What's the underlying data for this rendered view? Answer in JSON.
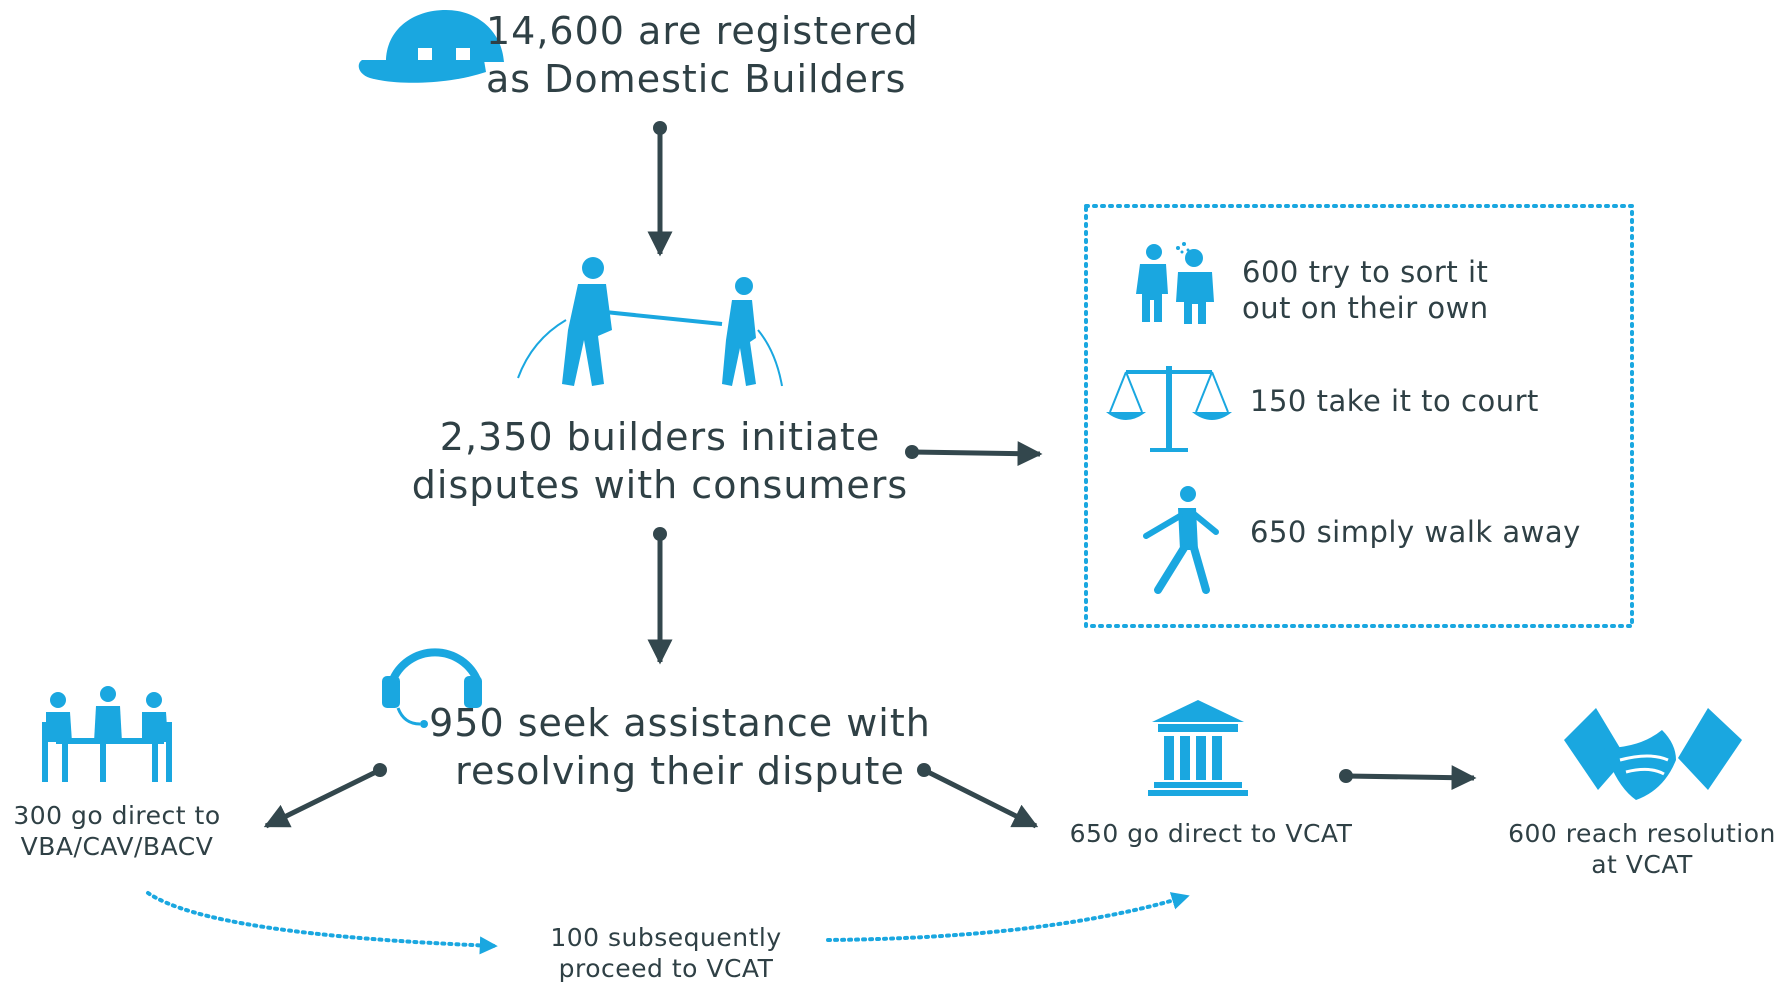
{
  "colors": {
    "accent": "#1aa7e0",
    "text": "#2f4045",
    "arrow": "#33474d"
  },
  "registered": {
    "line1": "14,600 are registered",
    "line2": "as Domestic Builders",
    "icon": "hard-hat-icon"
  },
  "disputes": {
    "line1": "2,350 builders initiate",
    "line2": "disputes with consumers",
    "icon": "tug-of-war-icon"
  },
  "other_outcomes": {
    "items": [
      {
        "line1": "600 try to sort it",
        "line2": "out on their own",
        "icon": "two-people-talking-icon"
      },
      {
        "line1": "150 take it to court",
        "line2": "",
        "icon": "scales-of-justice-icon"
      },
      {
        "line1": "650 simply walk away",
        "line2": "",
        "icon": "walking-person-icon"
      }
    ]
  },
  "assistance": {
    "line1": "950 seek assistance with",
    "line2": "resolving their dispute",
    "icon": "headset-icon"
  },
  "agencies": {
    "line1": "300 go direct to",
    "line2": "VBA/CAV/BACV",
    "icon": "meeting-table-icon"
  },
  "subsequent": {
    "line1": "100 subsequently",
    "line2": "proceed to VCAT"
  },
  "vcat": {
    "line1": "650 go direct to VCAT",
    "icon": "courthouse-icon"
  },
  "resolution": {
    "line1": "600 reach resolution",
    "line2": "at VCAT",
    "icon": "handshake-icon"
  }
}
